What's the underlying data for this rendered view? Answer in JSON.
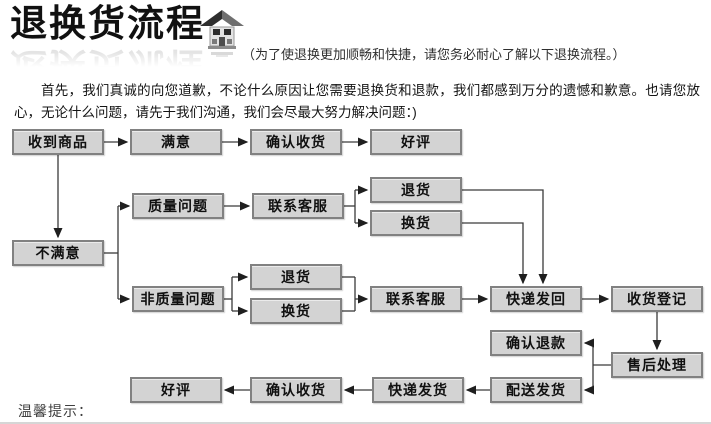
{
  "header": {
    "title": "退换货流程",
    "subtitle": "（为了使退换更加顺畅和快捷，请您务必耐心了解以下退换流程。）"
  },
  "intro": "首先，我们真诚的向您道歉，不论什么原因让您需要退换货和退款，我们都感到万分的遗憾和歉意。也请您放心，无论什么问题，请先于我们沟通，我们会尽最大努力解决问题：)",
  "footer": {
    "tip_label": "温馨提示："
  },
  "colors": {
    "box_fill": "#d3d3d3",
    "box_border": "#818181",
    "connector_line": "#3a3a3a",
    "title_color": "#111111"
  },
  "icons": {
    "logo": "house-icon"
  },
  "flowchart": {
    "nodes": [
      {
        "id": "received-goods",
        "label": "收到商品"
      },
      {
        "id": "satisfied",
        "label": "满意"
      },
      {
        "id": "confirm-receipt-1",
        "label": "确认收货"
      },
      {
        "id": "good-review-1",
        "label": "好评"
      },
      {
        "id": "quality-problem",
        "label": "质量问题"
      },
      {
        "id": "contact-service-1",
        "label": "联系客服"
      },
      {
        "id": "return-goods-1",
        "label": "退货"
      },
      {
        "id": "exchange-goods-1",
        "label": "换货"
      },
      {
        "id": "unsatisfied",
        "label": "不满意"
      },
      {
        "id": "non-quality-problem",
        "label": "非质量问题"
      },
      {
        "id": "return-goods-2",
        "label": "退货"
      },
      {
        "id": "exchange-goods-2",
        "label": "换货"
      },
      {
        "id": "contact-service-2",
        "label": "联系客服"
      },
      {
        "id": "express-return",
        "label": "快递发回"
      },
      {
        "id": "receipt-registration",
        "label": "收货登记"
      },
      {
        "id": "confirm-refund",
        "label": "确认退款"
      },
      {
        "id": "after-sales-processing",
        "label": "售后处理"
      },
      {
        "id": "delivery-shipment",
        "label": "配送发货"
      },
      {
        "id": "express-shipment",
        "label": "快递发货"
      },
      {
        "id": "confirm-receipt-2",
        "label": "确认收货"
      },
      {
        "id": "good-review-2",
        "label": "好评"
      }
    ]
  }
}
